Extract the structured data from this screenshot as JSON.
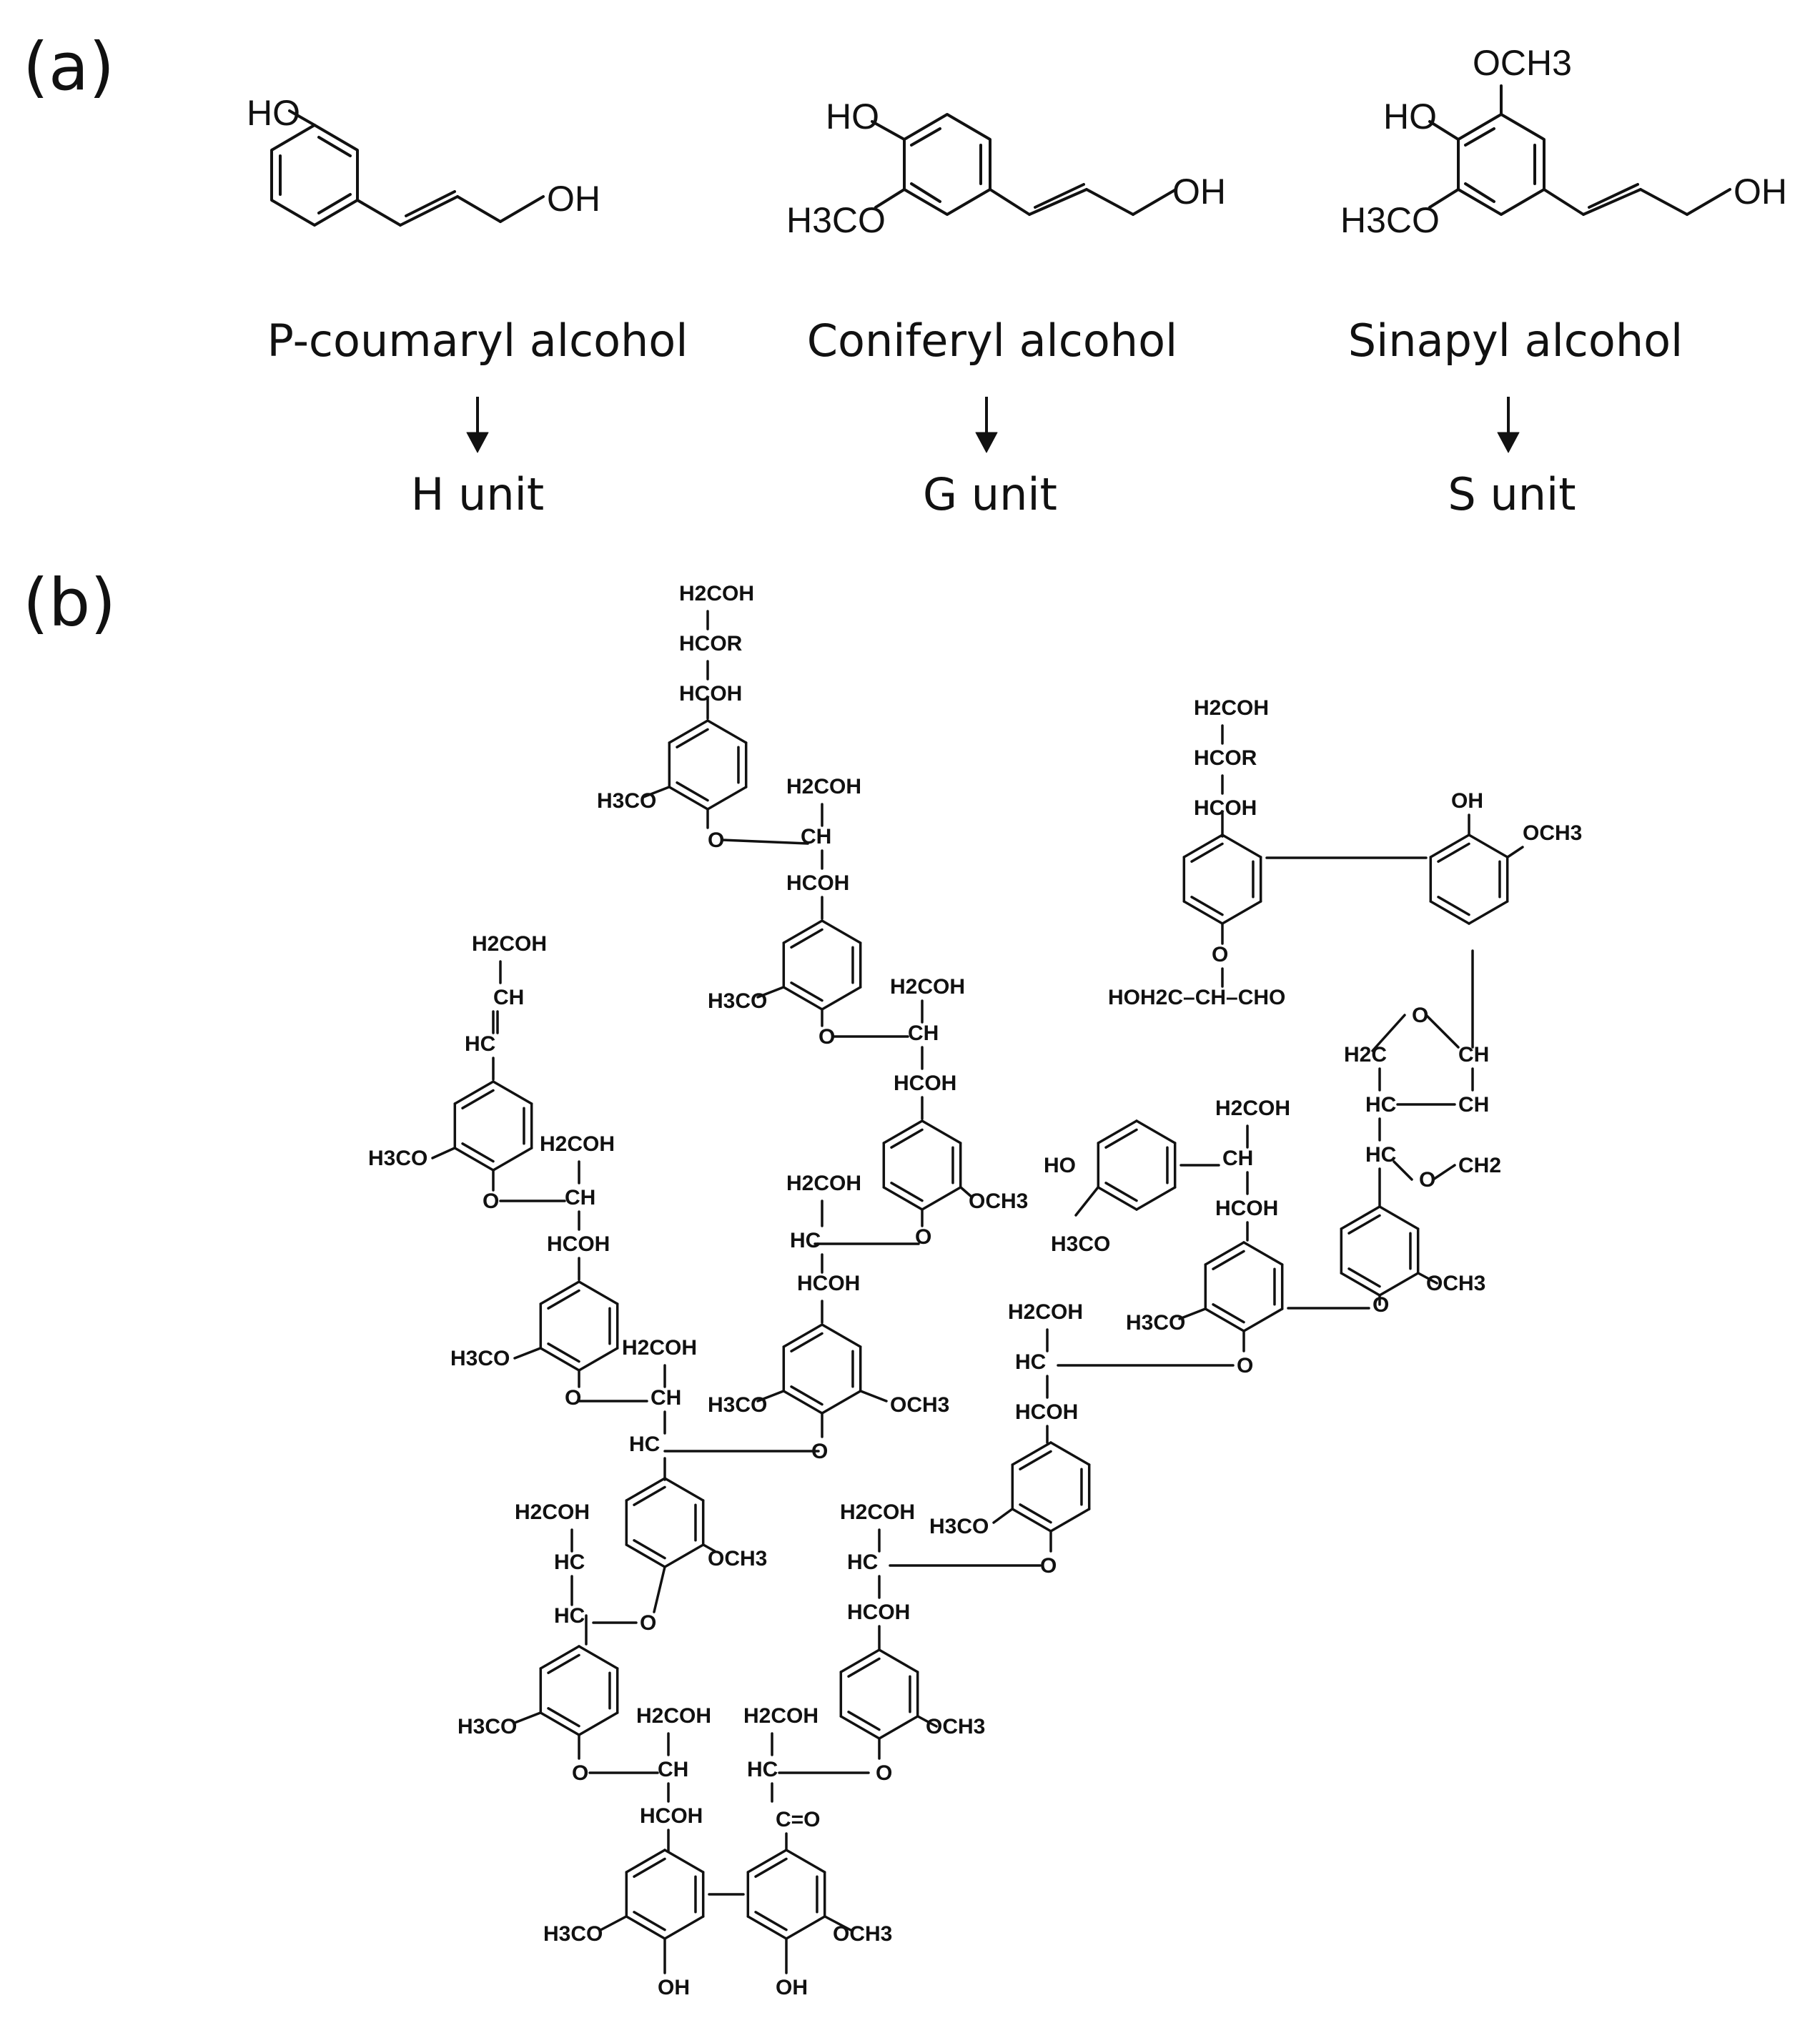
{
  "panel_a": {
    "label": "(a)",
    "monomers": [
      {
        "name": "P-coumaryl alcohol",
        "unit": "H unit",
        "substituents": {
          "ho": "HO",
          "oh": "OH"
        }
      },
      {
        "name": "Coniferyl alcohol",
        "unit": "G unit",
        "substituents": {
          "ho": "HO",
          "oh": "OH",
          "h3co": "H3CO"
        }
      },
      {
        "name": "Sinapyl alcohol",
        "unit": "S unit",
        "substituents": {
          "ho": "HO",
          "oh": "OH",
          "h3co": "H3CO",
          "och3": "OCH3"
        }
      }
    ]
  },
  "panel_b": {
    "label": "(b)",
    "groups": {
      "h2coh": "H2COH",
      "hcor": "HCOR",
      "hcoh": "HCOH",
      "ch": "CH",
      "hc": "HC",
      "o": "O",
      "oh": "OH",
      "h3co": "H3CO",
      "och3": "OCH3",
      "ho": "HO",
      "h2c": "H2C",
      "ch2": "CH2",
      "hoh2c_chain": "HOH2C–CH–CHO",
      "carbonyl": "C=O"
    }
  }
}
